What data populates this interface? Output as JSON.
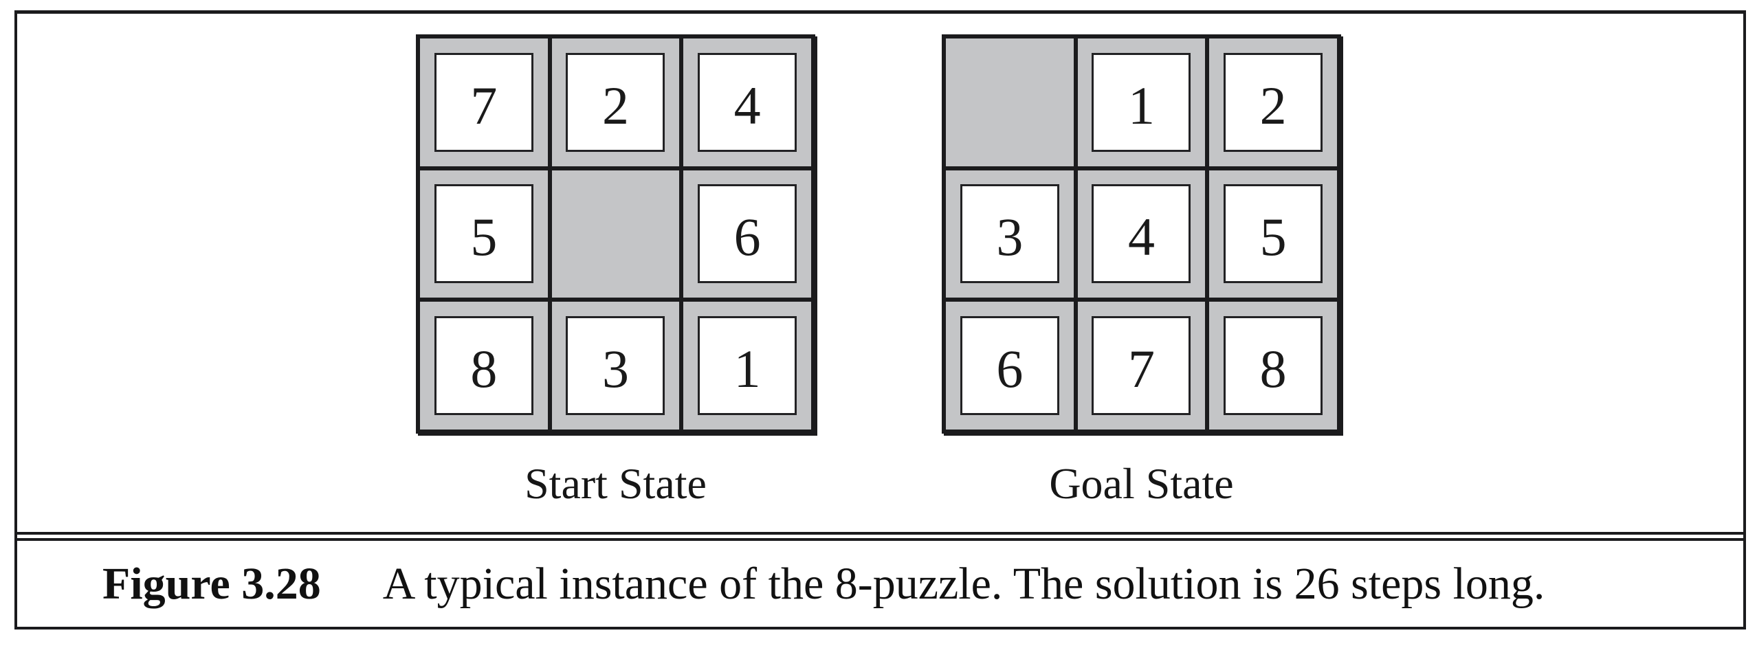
{
  "figure": {
    "caption_label": "Figure 3.28",
    "caption_text": "A typical instance of the 8-puzzle. The solution is 26 steps long."
  },
  "boards": {
    "start": {
      "label": "Start State",
      "tiles": [
        [
          "7",
          "2",
          "4"
        ],
        [
          "5",
          "",
          "6"
        ],
        [
          "8",
          "3",
          "1"
        ]
      ]
    },
    "goal": {
      "label": "Goal State",
      "tiles": [
        [
          "",
          "1",
          "2"
        ],
        [
          "3",
          "4",
          "5"
        ],
        [
          "6",
          "7",
          "8"
        ]
      ]
    }
  },
  "colors": {
    "board_gray": "#c4c5c7",
    "line_black": "#1b1b1d",
    "tile_white": "#ffffff"
  }
}
